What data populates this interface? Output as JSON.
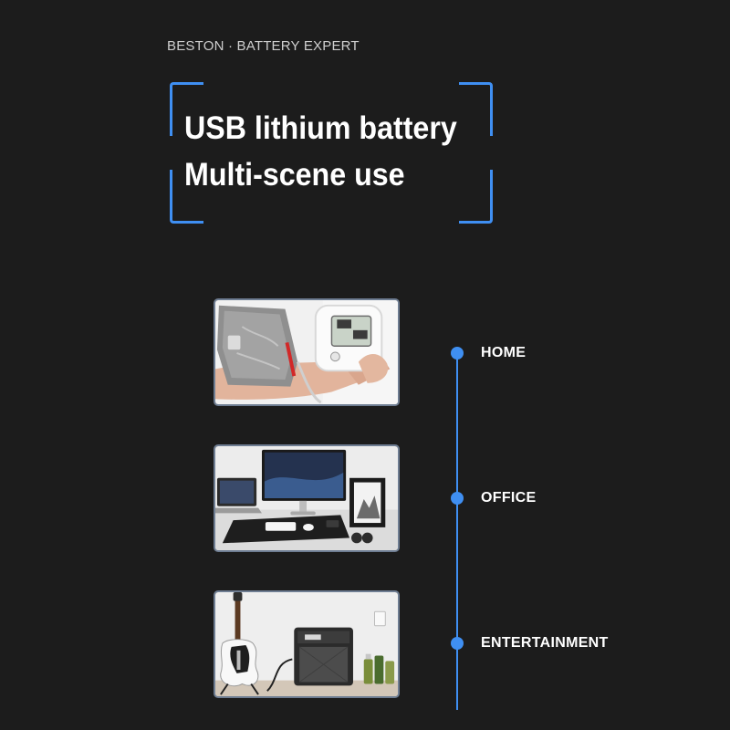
{
  "brand": "BESTON · BATTERY EXPERT",
  "headline": {
    "line1": "USB lithium battery",
    "line2": "Multi-scene use"
  },
  "colors": {
    "background": "#1c1c1c",
    "accent": "#3f8ff2",
    "text": "#ffffff"
  },
  "scenes": [
    {
      "label": "HOME",
      "image": "blood-pressure-monitor-on-arm"
    },
    {
      "label": "OFFICE",
      "image": "desk-with-laptop-and-monitor"
    },
    {
      "label": "ENTERTAINMENT",
      "image": "guitar-and-amplifier"
    }
  ]
}
